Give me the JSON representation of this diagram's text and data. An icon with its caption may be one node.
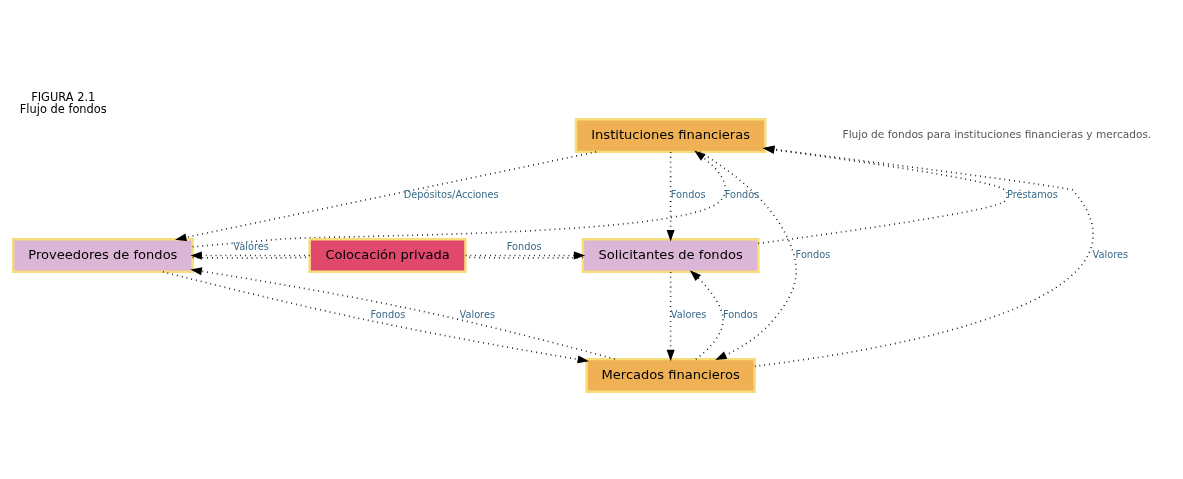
{
  "diagram": {
    "title": "FIGURA 2.1",
    "caption": "Flujo de fondos",
    "nodes": [
      {
        "text": [
          "Instituciones financieras"
        ]
      },
      {
        "text": [
          "Proveedores de fondos"
        ]
      },
      {
        "text": [
          "Colocación privada"
        ]
      },
      {
        "text": [
          "Solicitantes de fondos"
        ]
      },
      {
        "text": [
          "Mercados financieros"
        ]
      }
    ],
    "edges": [
      {
        "from": 1,
        "to": 0,
        "arrow": "to",
        "label": "Fondos"
      },
      {
        "from": 0,
        "to": 1,
        "arrow": "to",
        "label": "Depósitos/Acciones"
      },
      {
        "from": 0,
        "to": 4,
        "arrow": "to",
        "label": "Fondos"
      },
      {
        "from": 0,
        "to": 3,
        "arrow": "to",
        "label": "Fondos"
      },
      {
        "from": 3,
        "to": 0,
        "arrow": "to",
        "label": "Préstamos"
      },
      {
        "from": 4,
        "to": 0,
        "arrow": "to",
        "label": "Valores"
      },
      {
        "from": 1,
        "to": 2,
        "arrow": "none"
      },
      {
        "from": 2,
        "to": 3,
        "arrow": "to",
        "label": "Fondos"
      },
      {
        "from": 3,
        "to": 2,
        "arrow": "none"
      },
      {
        "from": 2,
        "to": 1,
        "arrow": "to",
        "label": "Valores"
      },
      {
        "from": 1,
        "to": 4,
        "arrow": "to",
        "label": "Fondos"
      },
      {
        "from": 4,
        "to": 1,
        "arrow": "to",
        "label": "Valores"
      },
      {
        "from": 4,
        "to": 3,
        "arrow": "to",
        "label": "Fondos"
      },
      {
        "from": 3,
        "to": 4,
        "arrow": "to",
        "label": "Valores"
      }
    ],
    "labels": [
      "Flujo de fondos para instituciones financieras y mercados."
    ]
  }
}
